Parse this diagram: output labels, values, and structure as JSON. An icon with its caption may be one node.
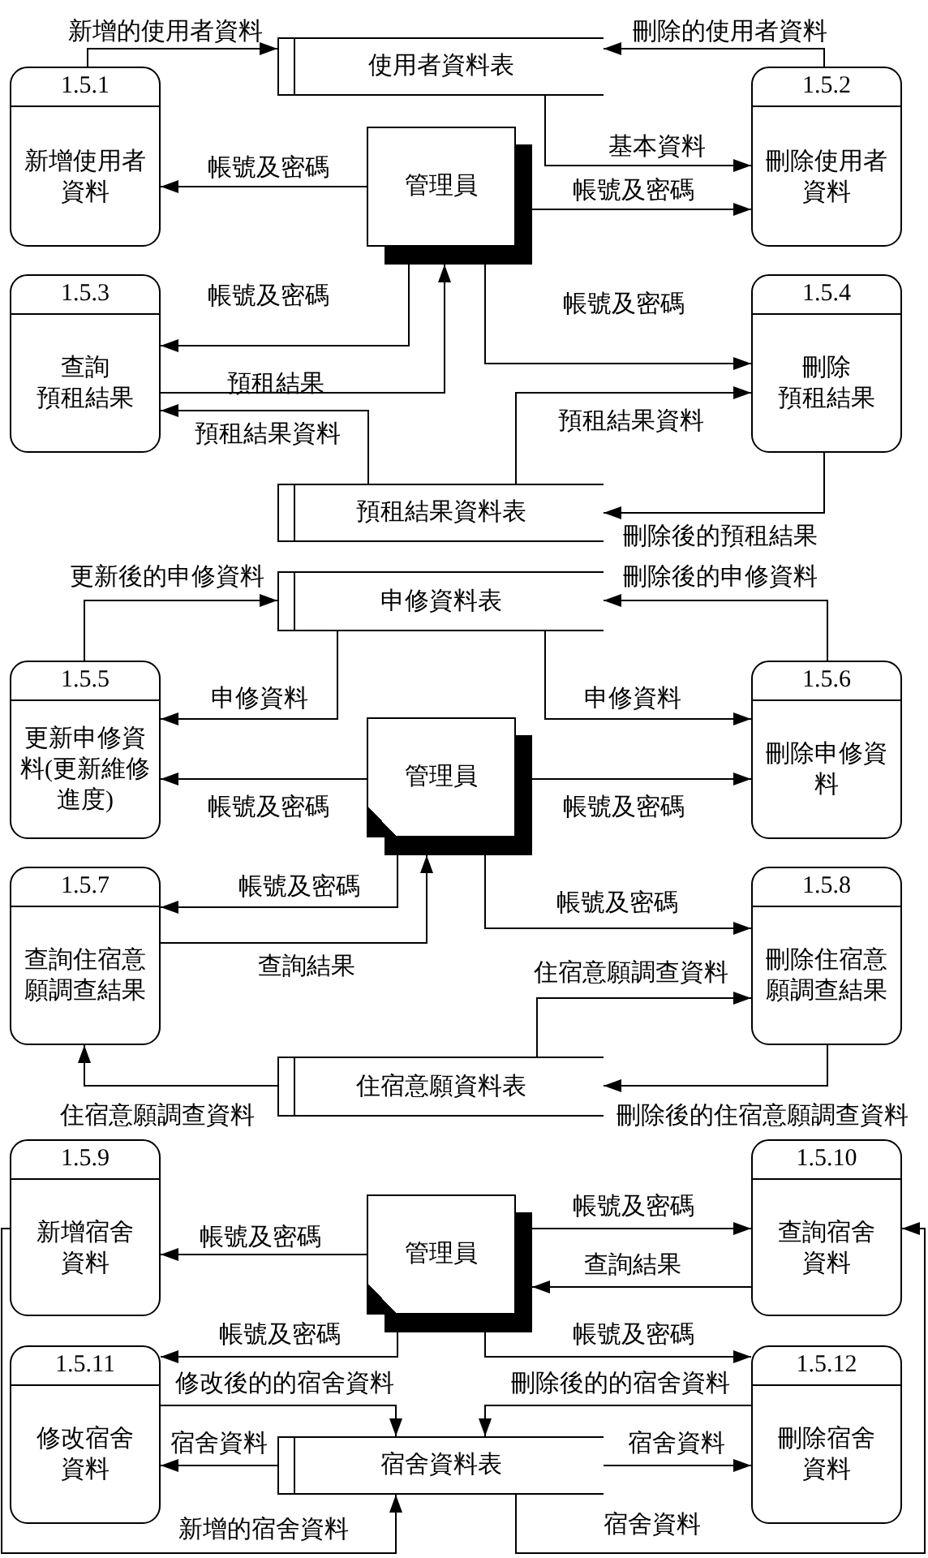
{
  "diagram": {
    "nodes": [
      {
        "text": [
          "使用者資料表"
        ]
      },
      {
        "text": [
          "1.5.1",
          "新增使用者資料"
        ]
      },
      {
        "text": [
          "管理員"
        ]
      },
      {
        "text": [
          "1.5.2",
          "刪除使用者資料"
        ]
      },
      {
        "text": [
          "1.5.3",
          "查詢預租結果"
        ]
      },
      {
        "text": [
          "1.5.4",
          "刪除預租結果"
        ]
      },
      {
        "text": [
          "預租結果資料表"
        ]
      },
      {
        "text": [
          "申修資料表"
        ]
      },
      {
        "text": [
          "1.5.5",
          "更新申修資料(更新維修進度)"
        ]
      },
      {
        "text": [
          "管理員"
        ]
      },
      {
        "text": [
          "1.5.6",
          "刪除申修資料"
        ]
      },
      {
        "text": [
          "1.5.7",
          "查詢住宿意願調查結果"
        ]
      },
      {
        "text": [
          "1.5.8",
          "刪除住宿意願調查結果"
        ]
      },
      {
        "text": [
          "住宿意願資料表"
        ]
      },
      {
        "text": [
          "1.5.9",
          "新增宿舍資料"
        ]
      },
      {
        "text": [
          "管理員"
        ]
      },
      {
        "text": [
          "1.5.10",
          "查詢宿舍資料"
        ]
      },
      {
        "text": [
          "1.5.11",
          "修改宿舍資料"
        ]
      },
      {
        "text": [
          "1.5.12",
          "刪除宿舍資料"
        ]
      },
      {
        "text": [
          "宿舍資料表"
        ]
      }
    ],
    "edges": [
      {
        "from": 1,
        "to": 0,
        "arrow": "to",
        "label": "新增的使用者資料"
      },
      {
        "from": 3,
        "to": 0,
        "arrow": "to",
        "label": "刪除的使用者資料"
      },
      {
        "from": 0,
        "to": 3,
        "arrow": "to",
        "label": "基本資料"
      },
      {
        "from": 2,
        "to": 1,
        "arrow": "to",
        "label": "帳號及密碼"
      },
      {
        "from": 2,
        "to": 3,
        "arrow": "to",
        "label": "帳號及密碼"
      },
      {
        "from": 2,
        "to": 4,
        "arrow": "to",
        "label": "帳號及密碼"
      },
      {
        "from": 4,
        "to": 2,
        "arrow": "to",
        "label": "預租結果"
      },
      {
        "from": 2,
        "to": 5,
        "arrow": "to",
        "label": "帳號及密碼"
      },
      {
        "from": 6,
        "to": 4,
        "arrow": "to",
        "label": "預租結果資料"
      },
      {
        "from": 6,
        "to": 5,
        "arrow": "to",
        "label": "預租結果資料"
      },
      {
        "from": 5,
        "to": 6,
        "arrow": "to",
        "label": "刪除後的預租結果"
      },
      {
        "from": 8,
        "to": 7,
        "arrow": "to",
        "label": "更新後的申修資料"
      },
      {
        "from": 10,
        "to": 7,
        "arrow": "to",
        "label": "刪除後的申修資料"
      },
      {
        "from": 7,
        "to": 8,
        "arrow": "to",
        "label": "申修資料"
      },
      {
        "from": 7,
        "to": 10,
        "arrow": "to",
        "label": "申修資料"
      },
      {
        "from": 9,
        "to": 8,
        "arrow": "to",
        "label": "帳號及密碼"
      },
      {
        "from": 9,
        "to": 10,
        "arrow": "to",
        "label": "帳號及密碼"
      },
      {
        "from": 9,
        "to": 11,
        "arrow": "to",
        "label": "帳號及密碼"
      },
      {
        "from": 11,
        "to": 9,
        "arrow": "to",
        "label": "查詢結果"
      },
      {
        "from": 9,
        "to": 12,
        "arrow": "to",
        "label": "帳號及密碼"
      },
      {
        "from": 13,
        "to": 12,
        "arrow": "to",
        "label": "住宿意願調查資料"
      },
      {
        "from": 13,
        "to": 11,
        "arrow": "to",
        "label": "住宿意願調查資料"
      },
      {
        "from": 12,
        "to": 13,
        "arrow": "to",
        "label": "刪除後的住宿意願調查資料"
      },
      {
        "from": 15,
        "to": 14,
        "arrow": "to",
        "label": "帳號及密碼"
      },
      {
        "from": 15,
        "to": 16,
        "arrow": "to",
        "label": "帳號及密碼"
      },
      {
        "from": 16,
        "to": 15,
        "arrow": "to",
        "label": "查詢結果"
      },
      {
        "from": 15,
        "to": 17,
        "arrow": "to",
        "label": "帳號及密碼"
      },
      {
        "from": 15,
        "to": 18,
        "arrow": "to",
        "label": "帳號及密碼"
      },
      {
        "from": 17,
        "to": 19,
        "arrow": "to",
        "label": "修改後的的宿舍資料"
      },
      {
        "from": 18,
        "to": 19,
        "arrow": "to",
        "label": "刪除後的的宿舍資料"
      },
      {
        "from": 19,
        "to": 17,
        "arrow": "to",
        "label": "宿舍資料"
      },
      {
        "from": 19,
        "to": 18,
        "arrow": "to",
        "label": "宿舍資料"
      },
      {
        "from": 14,
        "to": 19,
        "arrow": "to",
        "label": "新增的宿舍資料"
      },
      {
        "from": 19,
        "to": 16,
        "arrow": "to",
        "label": "宿舍資料"
      }
    ]
  }
}
